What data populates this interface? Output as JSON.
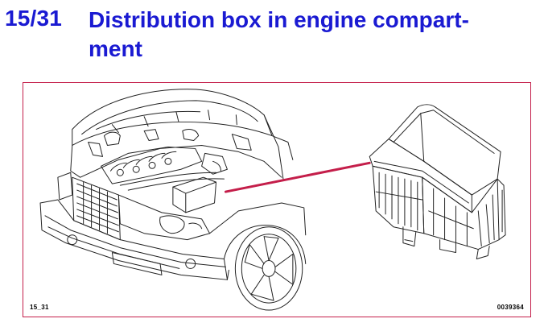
{
  "heading": {
    "section_number": "15/31",
    "title": "Distribution box in engine compart-\nment"
  },
  "figure": {
    "ref_left": "15_31",
    "ref_right": "0039364",
    "pointer_color": "#c41e4a",
    "frame_color": "#c41e4a",
    "heading_color": "#1a1ad2"
  }
}
